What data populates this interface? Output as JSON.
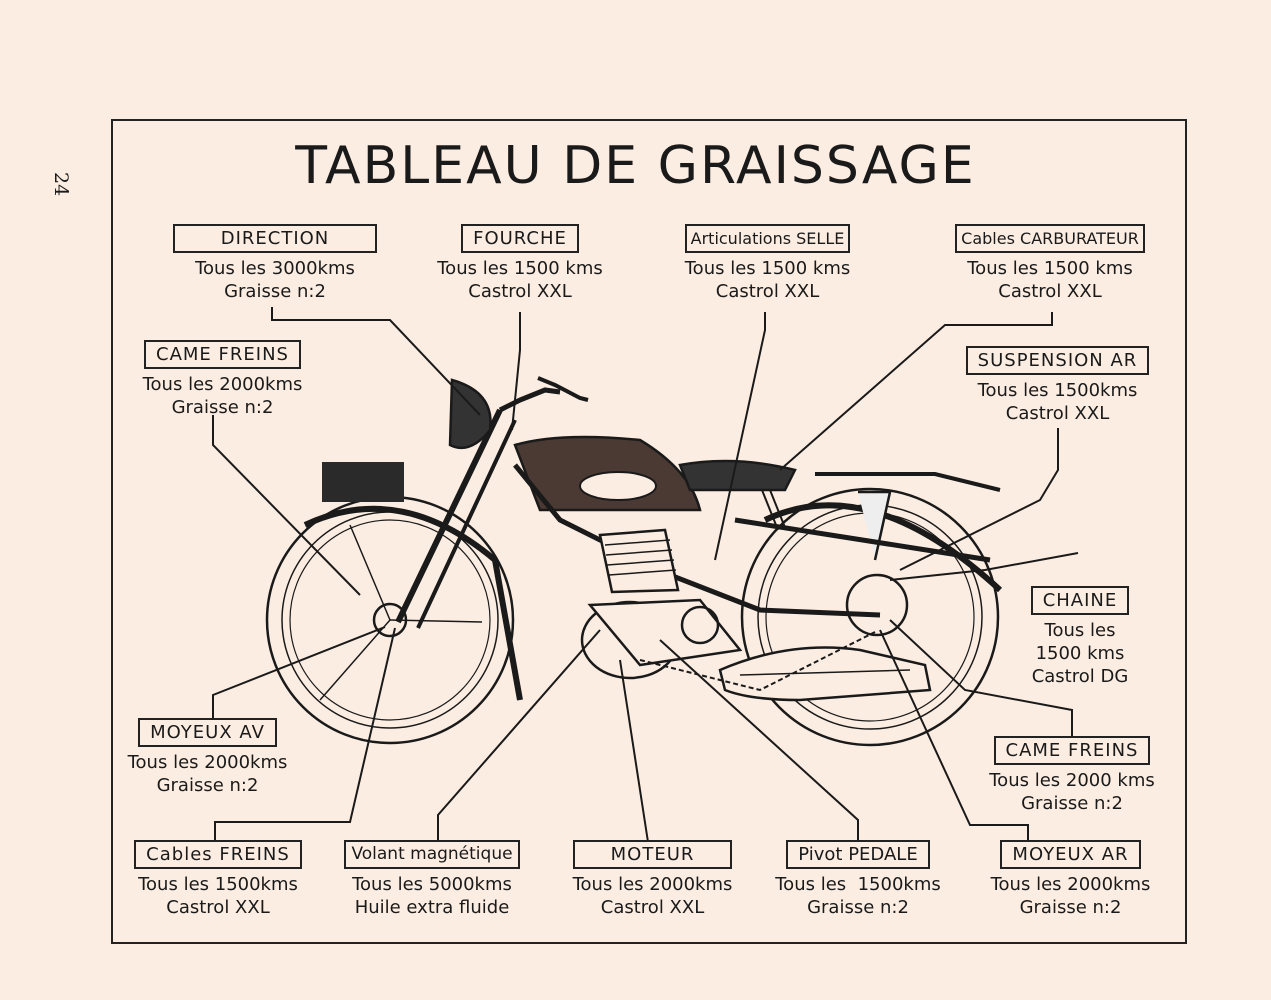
{
  "page_number": "24",
  "title": "TABLEAU DE GRAISSAGE",
  "callouts": {
    "direction": {
      "label": "DIRECTION",
      "interval": "Tous les 3000kms",
      "lubricant": "Graisse n:2"
    },
    "fourche": {
      "label": "FOURCHE",
      "interval": "Tous les 1500 kms",
      "lubricant": "Castrol XXL"
    },
    "selle": {
      "label": "Articulations SELLE",
      "interval": "Tous les 1500 kms",
      "lubricant": "Castrol XXL"
    },
    "carburateur": {
      "label": "Cables CARBURATEUR",
      "interval": "Tous les 1500 kms",
      "lubricant": "Castrol XXL"
    },
    "came_av": {
      "label": "CAME FREINS",
      "interval": "Tous les 2000kms",
      "lubricant": "Graisse n:2"
    },
    "suspension": {
      "label": "SUSPENSION AR",
      "interval": "Tous les 1500kms",
      "lubricant": "Castrol XXL"
    },
    "chaine": {
      "label": "CHAINE",
      "interval_1": "Tous les",
      "interval_2": "1500 kms",
      "lubricant": "Castrol DG"
    },
    "moyeux_av": {
      "label": "MOYEUX AV",
      "interval": "Tous les 2000kms",
      "lubricant": "Graisse n:2"
    },
    "came_ar": {
      "label": "CAME FREINS",
      "interval": "Tous les 2000 kms",
      "lubricant": "Graisse n:2"
    },
    "cables_freins": {
      "label": "Cables FREINS",
      "interval": "Tous les 1500kms",
      "lubricant": "Castrol XXL"
    },
    "volant": {
      "label": "Volant magnétique",
      "interval": "Tous les 5000kms",
      "lubricant": "Huile extra fluide"
    },
    "moteur": {
      "label": "MOTEUR",
      "interval": "Tous les 2000kms",
      "lubricant": "Castrol XXL"
    },
    "pedale": {
      "label": "Pivot PEDALE",
      "interval": "Tous les  1500kms",
      "lubricant": "Graisse n:2"
    },
    "moyeux_ar": {
      "label": "MOYEUX AR",
      "interval": "Tous les 2000kms",
      "lubricant": "Graisse n:2"
    }
  },
  "colors": {
    "paper": "#fcede2",
    "ink": "#1a1a1a"
  }
}
